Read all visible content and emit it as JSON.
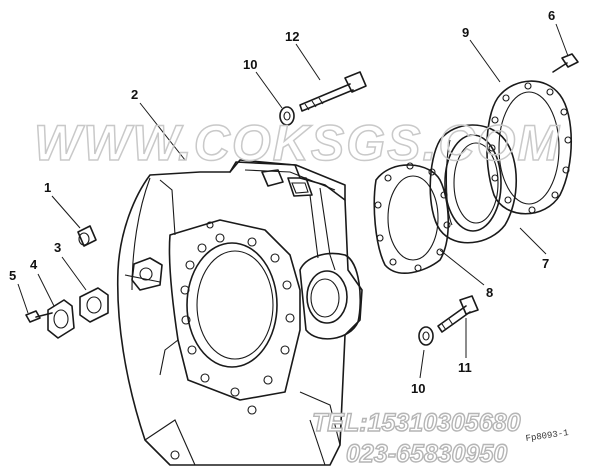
{
  "watermark": {
    "site": "WWW.COKSGS.COM",
    "phone": "TEL:15310305680",
    "tel2": "023-65830950"
  },
  "drawing_code": "Fp8093-1",
  "callouts": [
    {
      "id": "1",
      "label": "1"
    },
    {
      "id": "2",
      "label": "2"
    },
    {
      "id": "3",
      "label": "3"
    },
    {
      "id": "4",
      "label": "4"
    },
    {
      "id": "5",
      "label": "5"
    },
    {
      "id": "6",
      "label": "6"
    },
    {
      "id": "7",
      "label": "7"
    },
    {
      "id": "8",
      "label": "8"
    },
    {
      "id": "9",
      "label": "9"
    },
    {
      "id": "10a",
      "label": "10"
    },
    {
      "id": "10b",
      "label": "10"
    },
    {
      "id": "11",
      "label": "11"
    },
    {
      "id": "12",
      "label": "12"
    }
  ],
  "colors": {
    "line": "#1a1a1a",
    "background": "#ffffff",
    "watermark": "#c9c9c9"
  }
}
